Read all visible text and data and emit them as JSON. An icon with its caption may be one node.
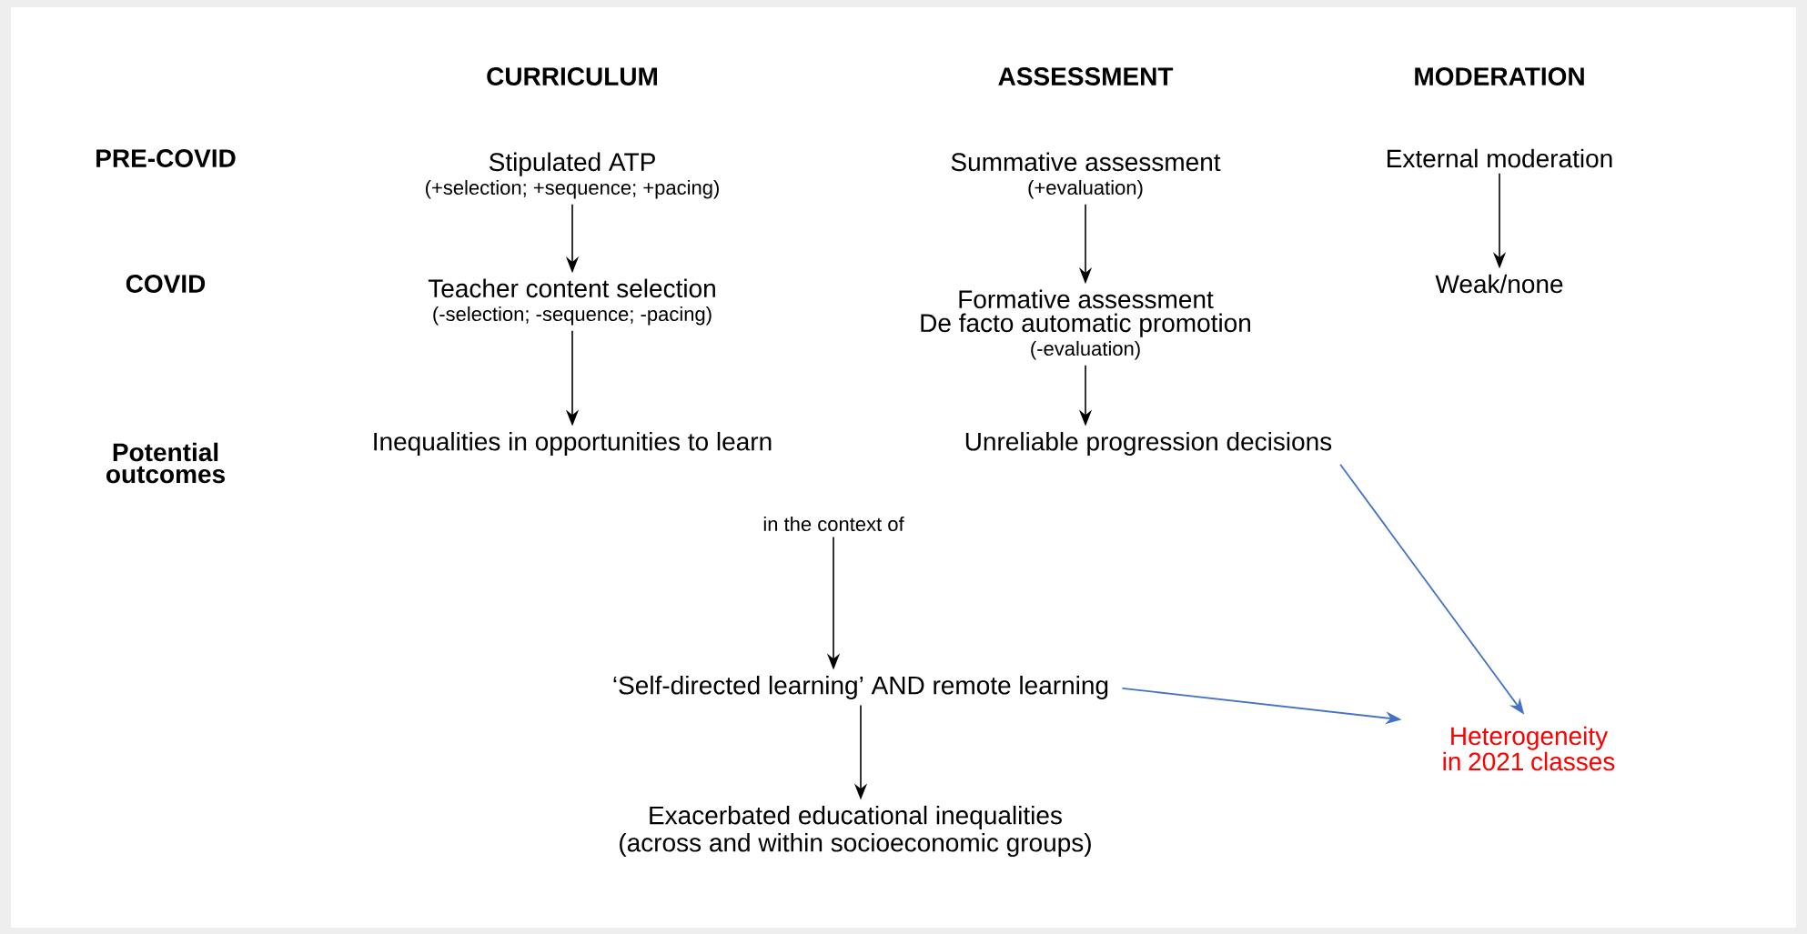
{
  "diagram": {
    "nodes": [
      {
        "text": [
          "Stipulated ATP",
          "(+selection; +sequence; +pacing)"
        ]
      },
      {
        "text": [
          "Summative assessment",
          "(+evaluation)"
        ]
      },
      {
        "text": [
          "External moderation"
        ]
      },
      {
        "text": [
          "Teacher content selection",
          "(-selection; -sequence; -pacing)"
        ]
      },
      {
        "text": [
          "Formative assessment",
          "De facto automatic promotion",
          "(-evaluation)"
        ]
      },
      {
        "text": [
          "Weak/none"
        ]
      },
      {
        "text": [
          "Inequalities in opportunities to learn"
        ]
      },
      {
        "text": [
          "Unreliable progression decisions"
        ]
      },
      {
        "text": [
          "in the context of"
        ]
      },
      {
        "text": [
          "‘Self-directed learning’ AND remote learning"
        ]
      },
      {
        "text": [
          "Exacerbated educational inequalities",
          "(across and within socioeconomic groups)"
        ]
      },
      {
        "text": [
          "Heterogeneity in 2021 classes"
        ]
      }
    ],
    "edges": [
      {
        "from": 0,
        "to": 3,
        "arrow": "to"
      },
      {
        "from": 1,
        "to": 4,
        "arrow": "to"
      },
      {
        "from": 2,
        "to": 5,
        "arrow": "to"
      },
      {
        "from": 3,
        "to": 6,
        "arrow": "to"
      },
      {
        "from": 4,
        "to": 7,
        "arrow": "to"
      },
      {
        "from": 8,
        "to": 9,
        "arrow": "to"
      },
      {
        "from": 9,
        "to": 10,
        "arrow": "to"
      },
      {
        "from": 7,
        "to": 11,
        "arrow": "to",
        "color": "#4472c4"
      },
      {
        "from": 9,
        "to": 11,
        "arrow": "to",
        "color": "#4472c4"
      }
    ],
    "labels": [
      "CURRICULUM",
      "ASSESSMENT",
      "MODERATION",
      "PRE-COVID",
      "COVID",
      "Potential outcomes"
    ]
  }
}
